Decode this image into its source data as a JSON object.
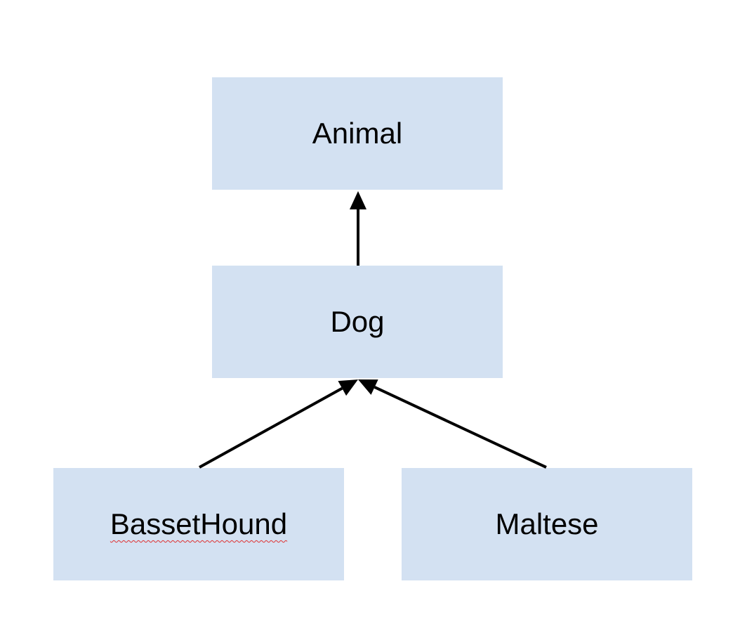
{
  "colors": {
    "box_fill": "#d3e1f2",
    "arrow": "#000000",
    "text": "#000000",
    "spellcheck_underline": "#e03030"
  },
  "nodes": {
    "animal": {
      "label": "Animal"
    },
    "dog": {
      "label": "Dog"
    },
    "basset_hound": {
      "label": "BassetHound"
    },
    "maltese": {
      "label": "Maltese"
    }
  },
  "edges": [
    {
      "from": "dog",
      "to": "animal"
    },
    {
      "from": "basset_hound",
      "to": "dog"
    },
    {
      "from": "maltese",
      "to": "dog"
    }
  ]
}
